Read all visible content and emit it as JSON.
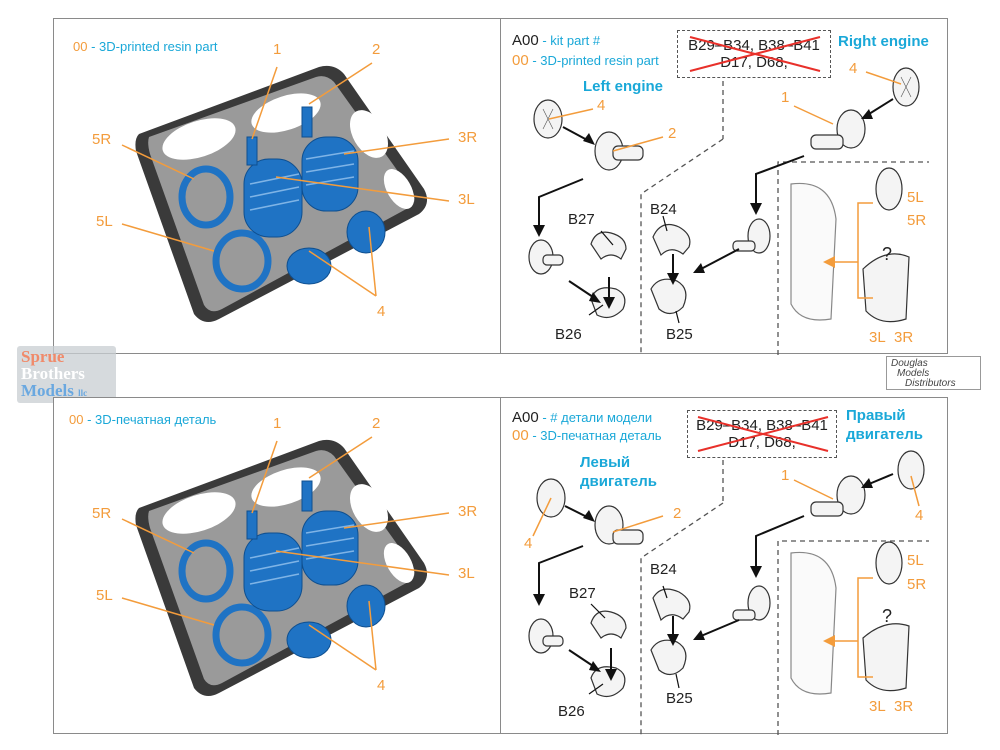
{
  "page": {
    "title": "Engine parts instruction sheet (EN / RU)"
  },
  "colors": {
    "orange": "#f39c3c",
    "cyan": "#1aa8d8",
    "resin_blue": "#1f73c4",
    "cross_red": "#e8302a"
  },
  "watermarks": {
    "sprue": {
      "line1": "Sprue",
      "line2": "Brothers",
      "line3": "Models",
      "suffix": "llc"
    },
    "douglas": {
      "line1": "Douglas",
      "line2": "Models",
      "line3": "Distributors"
    }
  },
  "sections": [
    {
      "lang": "en",
      "left_panel": {
        "legend_code": "00",
        "legend_text": "- 3D-printed resin part",
        "callouts": [
          "1",
          "2",
          "3R",
          "3L",
          "5R",
          "5L",
          "4"
        ]
      },
      "right_panel": {
        "legend_kit_code": "A00",
        "legend_kit_text": "- kit part #",
        "legend_resin_code": "00",
        "legend_resin_text": "- 3D-printed resin part",
        "removed_parts_line1": "B29–B34, B38–B41",
        "removed_parts_line2": "D17, D68,",
        "left_engine_line1": "Left engine",
        "left_engine_line2": "",
        "right_engine_line1": "Right engine",
        "right_engine_line2": "",
        "kit_parts": [
          "B27",
          "B26",
          "B24",
          "B25"
        ],
        "resin_callouts": {
          "left_fan": "4",
          "left_hub": "2",
          "right_fan": "4",
          "right_hub": "1"
        },
        "inset": {
          "ring_labels": [
            "5L",
            "5R"
          ],
          "question": "?",
          "intake_labels": [
            "3L",
            "3R"
          ]
        }
      }
    },
    {
      "lang": "ru",
      "left_panel": {
        "legend_code": "00",
        "legend_text": "- 3D-печатная деталь",
        "callouts": [
          "1",
          "2",
          "3R",
          "3L",
          "5R",
          "5L",
          "4"
        ]
      },
      "right_panel": {
        "legend_kit_code": "A00",
        "legend_kit_text": "- # детали модели",
        "legend_resin_code": "00",
        "legend_resin_text": "- 3D-печатная деталь",
        "removed_parts_line1": "B29–B34, B38–B41",
        "removed_parts_line2": "D17, D68,",
        "left_engine_line1": "Левый",
        "left_engine_line2": "двигатель",
        "right_engine_line1": "Правый",
        "right_engine_line2": "двигатель",
        "kit_parts": [
          "B27",
          "B26",
          "B24",
          "B25"
        ],
        "resin_callouts": {
          "left_fan": "4",
          "left_hub": "2",
          "right_fan": "4",
          "right_hub": "1"
        },
        "inset": {
          "ring_labels": [
            "5L",
            "5R"
          ],
          "question": "?",
          "intake_labels": [
            "3L",
            "3R"
          ]
        }
      }
    }
  ]
}
